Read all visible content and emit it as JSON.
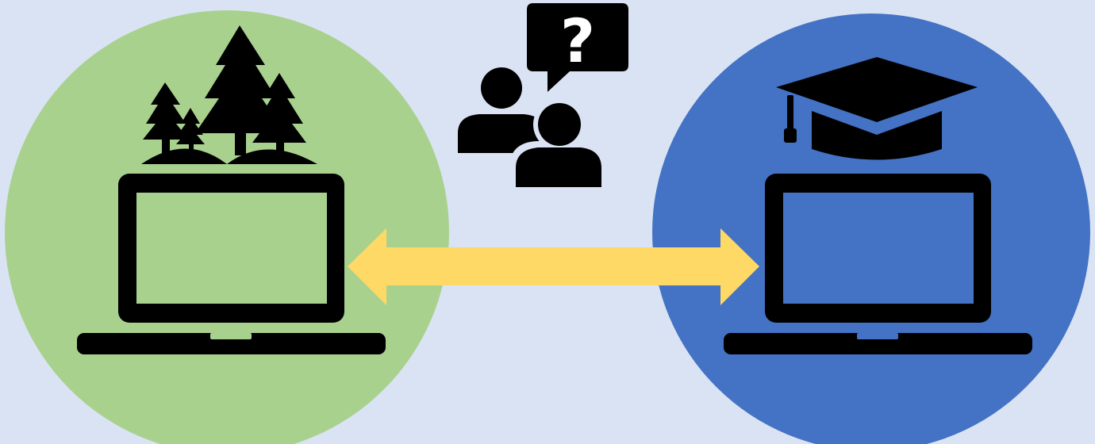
{
  "colors": {
    "background": "#dae3f3",
    "left_circle": "#a9d18e",
    "right_circle": "#4472c4",
    "arrow": "#ffd966",
    "icon": "#000000",
    "question_mark": "#ffffff"
  },
  "nodes": [
    {
      "id": "forest-laptop",
      "icons": [
        "laptop-icon",
        "forest-trees-icon"
      ]
    },
    {
      "id": "education-laptop",
      "icons": [
        "laptop-icon",
        "graduation-cap-icon"
      ]
    }
  ],
  "connector": {
    "type": "double-headed-arrow",
    "from": "forest-laptop",
    "to": "education-laptop"
  },
  "conversation": {
    "icon": "people-question-icon",
    "bubble_text": "?"
  }
}
